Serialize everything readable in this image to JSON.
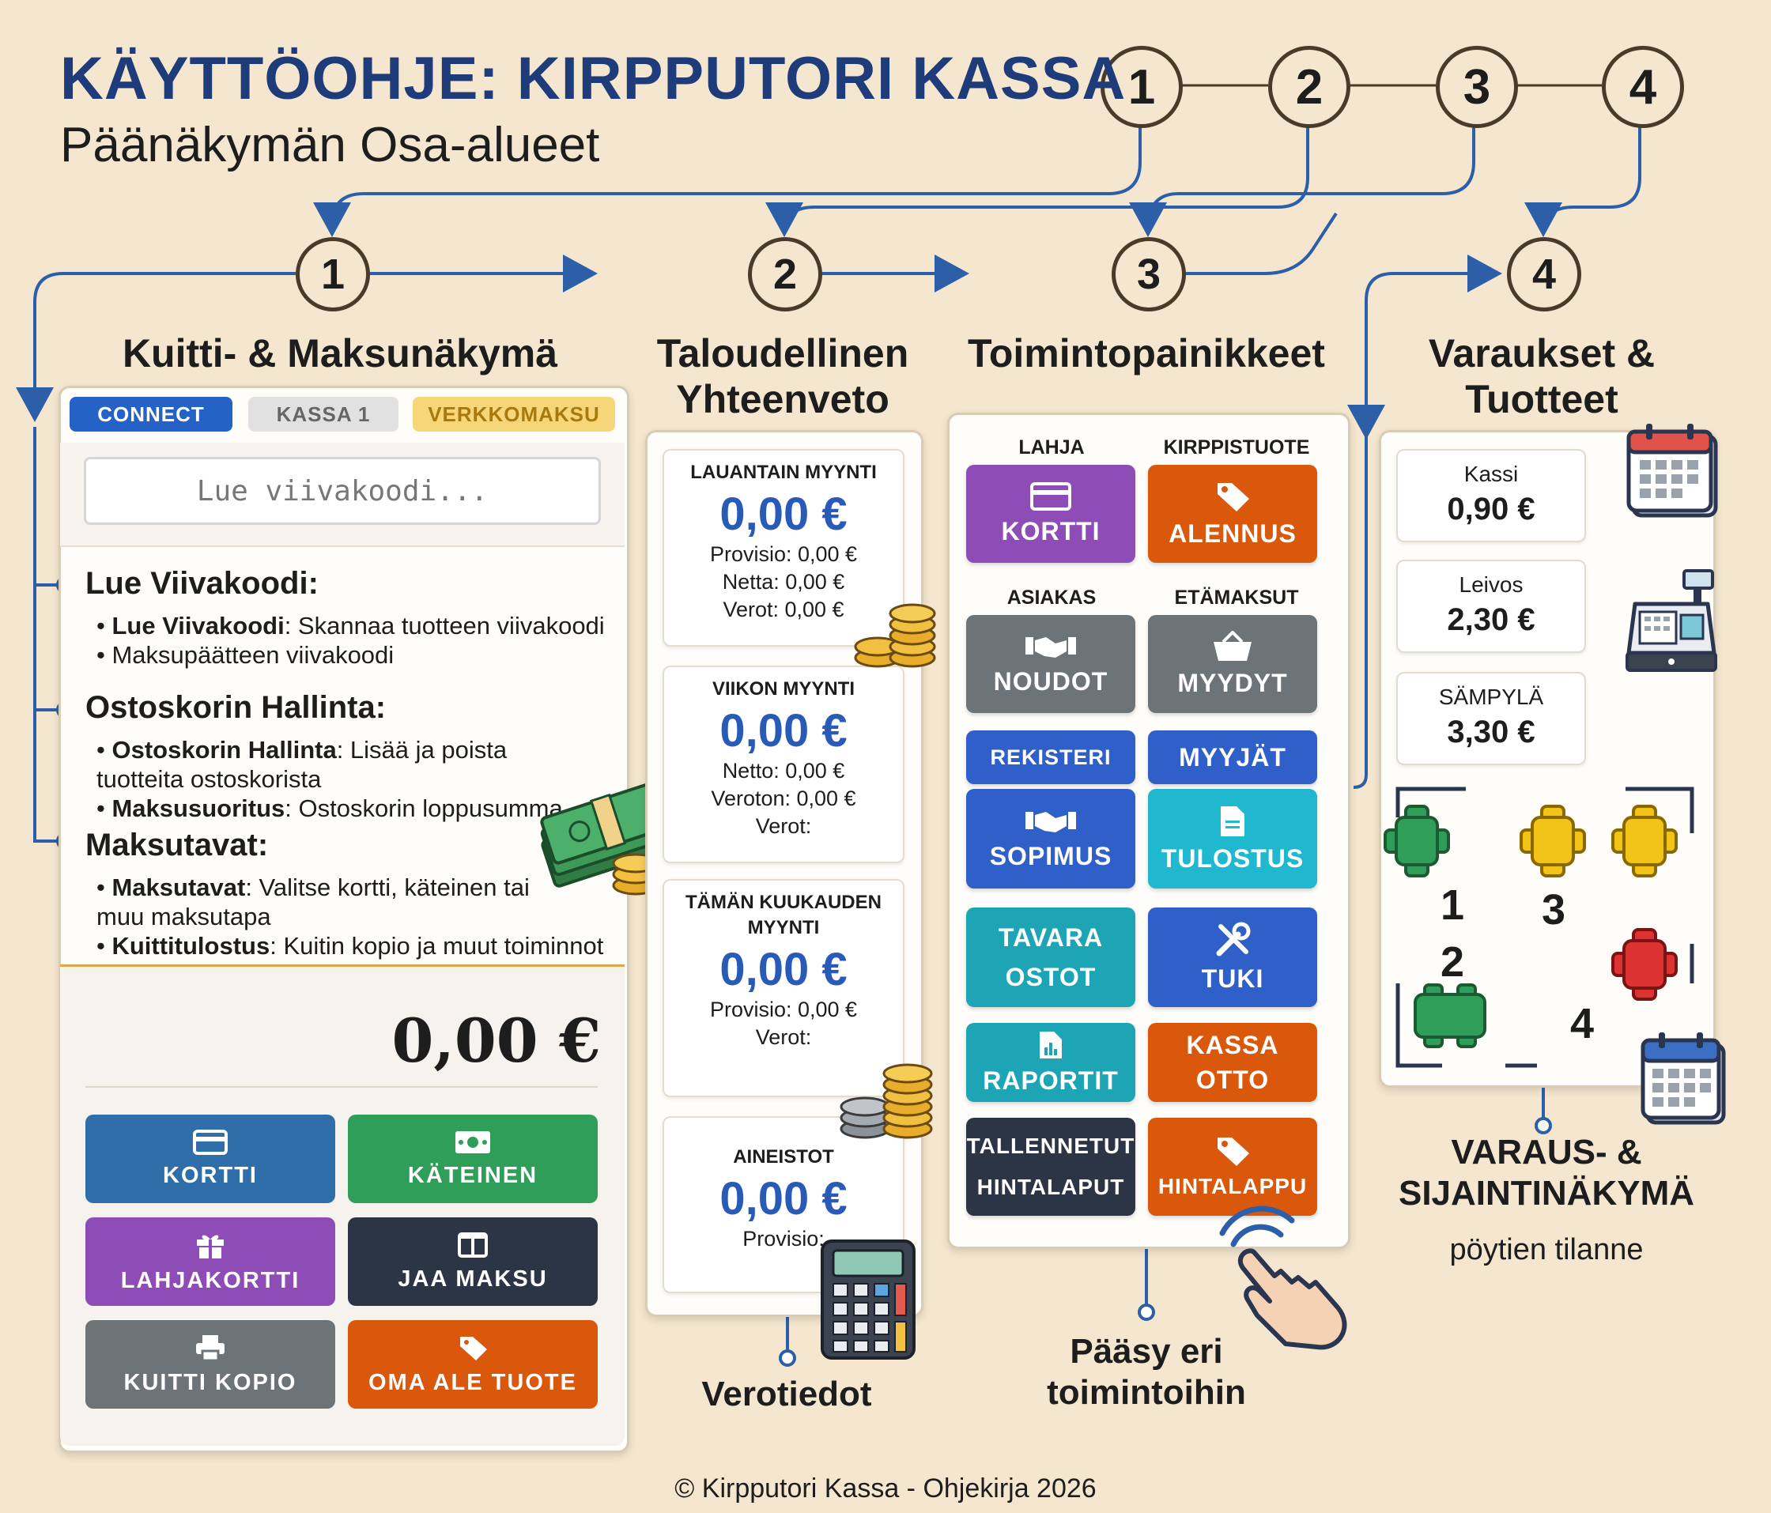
{
  "header": {
    "title": "KÄYTTÖOHJE: KIRPPUTORI KASSA",
    "subtitle": "Päänäkymän Osa-alueet"
  },
  "steps": [
    "1",
    "2",
    "3",
    "4"
  ],
  "sections": {
    "s1": {
      "title": "Kuitti- & Maksunäkymä"
    },
    "s2": {
      "title_line1": "Taloudellinen",
      "title_line2": "Yhteenveto"
    },
    "s3": {
      "title": "Toimintopainikkeet"
    },
    "s4": {
      "title_line1": "Varaukset &",
      "title_line2": "Tuotteet"
    }
  },
  "receipt_panel": {
    "tabs": {
      "connect": "CONNECT",
      "kassa": "KASSA 1",
      "verkkomaksu": "VERKKOMAKSU"
    },
    "barcode_placeholder": "Lue viivakoodi...",
    "items": [
      {
        "heading": "Lue Viivakoodi:",
        "bullets": [
          {
            "bold": "Lue Viivakoodi",
            "text": ": Skannaa tuotteen viivakoodi"
          },
          {
            "bold": "",
            "text": "Maksupäätteen viivakoodi"
          }
        ]
      },
      {
        "heading": "Ostoskorin Hallinta:",
        "bullets": [
          {
            "bold": "Ostoskorin Hallinta",
            "text": ": Lisää ja poista tuotteita ostoskorista"
          },
          {
            "bold": "Maksusuoritus",
            "text": ": Ostoskorin loppusumma"
          }
        ]
      },
      {
        "heading": "Maksutavat:",
        "bullets": [
          {
            "bold": "Maksutavat",
            "text": ": Valitse kortti, käteinen tai muu maksutapa"
          },
          {
            "bold": "Kuittitulostus",
            "text": ": Kuitin kopio ja muut toiminnot"
          }
        ]
      }
    ],
    "total": "0,00 €",
    "buttons": {
      "kortti": "KORTTI",
      "kateinen": "KÄTEINEN",
      "lahjakortti": "LAHJAKORTTI",
      "jaa_maksu": "JAA MAKSU",
      "kuitti_kopio": "KUITTI KOPIO",
      "oma_ale": "OMA ALE TUOTE"
    }
  },
  "financial_panel": {
    "cards": [
      {
        "title": "LAUANTAIN MYYNTI",
        "value": "0,00 €",
        "lines": [
          "Provisio: 0,00 €",
          "Netta: 0,00 €",
          "Verot: 0,00 €"
        ]
      },
      {
        "title": "VIIKON MYYNTI",
        "value": "0,00 €",
        "lines": [
          "Netto: 0,00 €",
          "Veroton: 0,00 €",
          "Verot:"
        ]
      },
      {
        "title": "TÄMÄN KUUKAUDEN MYYNTI",
        "value": "0,00 €",
        "lines": [
          "Provisio: 0,00 €",
          "Verot:"
        ]
      },
      {
        "title": "AINEISTOT",
        "value": "0,00 €",
        "lines": [
          "Provisio:"
        ]
      }
    ],
    "caption": "Verotiedot"
  },
  "actions_panel": {
    "labels": {
      "lahja": "LAHJA",
      "kirppistuote": "KIRPPISTUOTE",
      "asiakas": "ASIAKAS",
      "etamaksut": "ETÄMAKSUT"
    },
    "buttons": {
      "kortti": "KORTTI",
      "alennus": "ALENNUS",
      "noudot": "NOUDOT",
      "myydyt": "MYYDYT",
      "rekisteri": "REKISTERI",
      "myyjat": "MYYJÄT",
      "sopimus": "SOPIMUS",
      "tulostus": "TULOSTUS",
      "tavara_1": "TAVARA",
      "tavara_2": "OSTOT",
      "tuki": "TUKI",
      "raportit": "RAPORTIT",
      "kassa_1": "KASSA",
      "kassa_2": "OTTO",
      "tallennetut_1": "TALLENNETUT",
      "tallennetut_2": "HINTALAPUT",
      "hintalappu": "HINTALAPPU"
    },
    "caption_line1": "Pääsy eri",
    "caption_line2": "toimintoihin"
  },
  "reservations_panel": {
    "products": [
      {
        "name": "Kassi",
        "price": "0,90 €"
      },
      {
        "name": "Leivos",
        "price": "2,30 €"
      },
      {
        "name": "SÄMPYLÄ",
        "price": "3,30 €"
      }
    ],
    "tables": [
      "1",
      "2",
      "3",
      "4"
    ],
    "caption_line1": "VARAUS- &",
    "caption_line2": "SIJAINTINÄKYMÄ",
    "caption_sub": "pöytien tilanne"
  },
  "colors": {
    "background": "#f4e6cf",
    "title_blue": "#1f3c7a",
    "flow_blue": "#2d5fa8",
    "value_blue": "#2a5ab8",
    "purple": "#8e4cb6",
    "orange": "#d9580c",
    "gray": "#6c7478",
    "blue": "#2f5fc8",
    "cyan": "#20b8cf",
    "teal": "#1da5b5",
    "navy": "#2c3546",
    "green": "#2e9e58",
    "steel": "#2f6ea8"
  },
  "footer": "© Kirpputori Kassa - Ohjekirja 2026"
}
